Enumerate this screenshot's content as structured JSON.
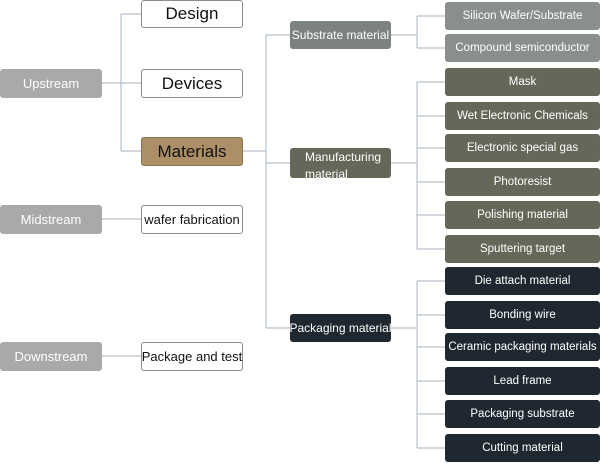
{
  "stages": {
    "upstream": "Upstream",
    "midstream": "Midstream",
    "downstream": "Downstream"
  },
  "upstream_items": {
    "design": "Design",
    "devices": "Devices",
    "materials": "Materials"
  },
  "midstream_item": "wafer fabrication",
  "downstream_item": "Package and test",
  "categories": {
    "substrate": "Substrate material",
    "manufacturing": "Manufacturing material",
    "packaging": "Packaging material"
  },
  "substrate_items": [
    "Silicon Wafer/Substrate",
    "Compound semiconductor"
  ],
  "manufacturing_items": [
    "Mask",
    "Wet Electronic Chemicals",
    "Electronic special gas",
    "Photoresist",
    "Polishing material",
    "Sputtering target"
  ],
  "packaging_items": [
    "Die attach material",
    "Bonding wire",
    "Ceramic packaging materials",
    "Lead frame",
    "Packaging substrate",
    "Cutting material"
  ],
  "colors": {
    "stage": "#a7aaa8",
    "materials": "#ad8f67",
    "substrate": "#7c8280",
    "manufacturing": "#676759",
    "packaging": "#1f2830",
    "connector": "#b6c1cb"
  }
}
